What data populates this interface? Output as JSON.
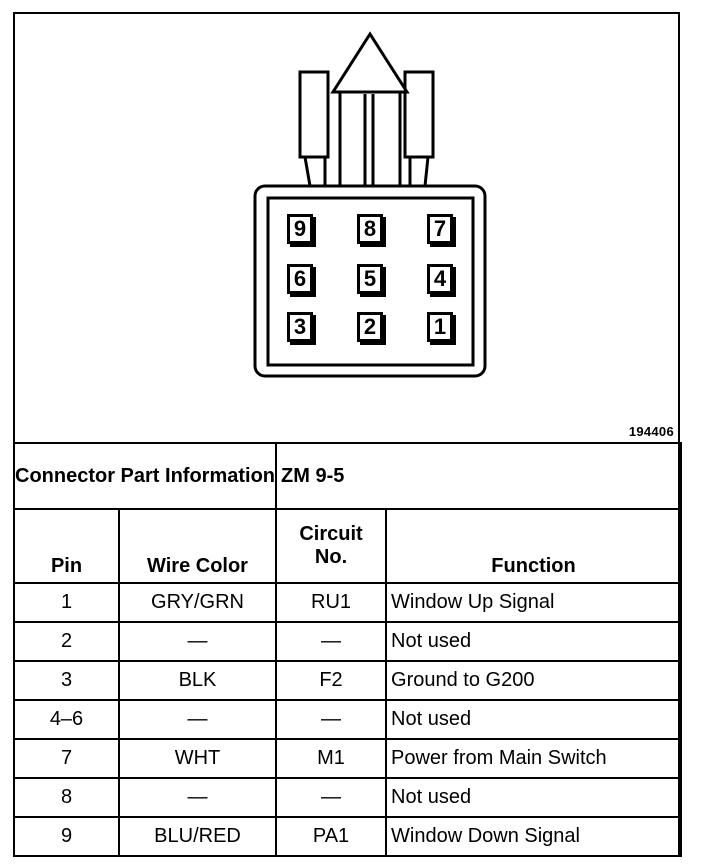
{
  "diagram": {
    "figure_id": "194406",
    "connector_pins": [
      [
        "9",
        "8",
        "7"
      ],
      [
        "6",
        "5",
        "4"
      ],
      [
        "3",
        "2",
        "1"
      ]
    ]
  },
  "part_info": {
    "label": "Connector Part Information",
    "value": "ZM 9-5"
  },
  "columns": {
    "pin": "Pin",
    "wire_color": "Wire Color",
    "circuit": "Circuit No.",
    "function": "Function"
  },
  "rows": [
    {
      "pin": "1",
      "wire": "GRY/GRN",
      "circuit": "RU1",
      "function": "Window Up Signal"
    },
    {
      "pin": "2",
      "wire": "—",
      "circuit": "—",
      "function": "Not used"
    },
    {
      "pin": "3",
      "wire": "BLK",
      "circuit": "F2",
      "function": "Ground to G200"
    },
    {
      "pin": "4–6",
      "wire": "—",
      "circuit": "—",
      "function": "Not used"
    },
    {
      "pin": "7",
      "wire": "WHT",
      "circuit": "M1",
      "function": "Power from Main Switch"
    },
    {
      "pin": "8",
      "wire": "—",
      "circuit": "—",
      "function": "Not used"
    },
    {
      "pin": "9",
      "wire": "BLU/RED",
      "circuit": "PA1",
      "function": "Window Down Signal"
    }
  ]
}
